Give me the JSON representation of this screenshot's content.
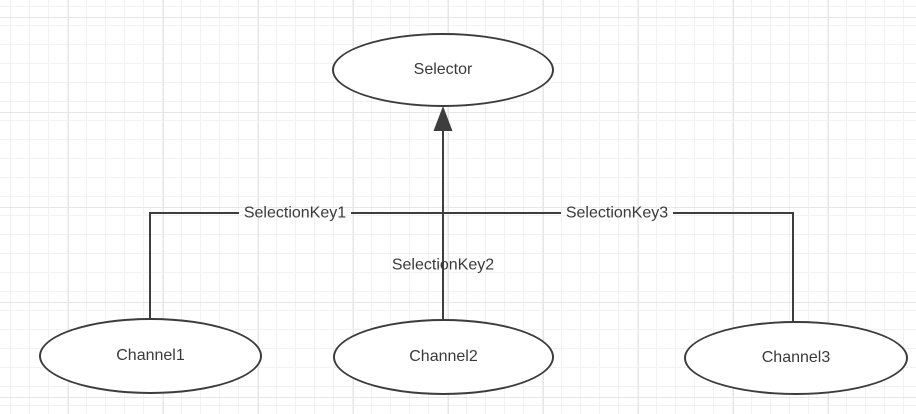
{
  "diagram": {
    "type": "flow-diagram",
    "nodes": {
      "selector": {
        "label": "Selector"
      },
      "channel1": {
        "label": "Channel1"
      },
      "channel2": {
        "label": "Channel2"
      },
      "channel3": {
        "label": "Channel3"
      }
    },
    "edge_labels": {
      "key1": {
        "label": "SelectionKey1"
      },
      "key2": {
        "label": "SelectionKey2"
      },
      "key3": {
        "label": "SelectionKey3"
      }
    },
    "edges": [
      {
        "from": "channel1",
        "to": "selector",
        "label": "SelectionKey1",
        "arrow": false
      },
      {
        "from": "channel2",
        "to": "selector",
        "label": "SelectionKey2",
        "arrow": true
      },
      {
        "from": "channel3",
        "to": "selector",
        "label": "SelectionKey3",
        "arrow": false
      }
    ],
    "colors": {
      "line": "#3e3e3e",
      "text": "#3a3a3a",
      "node_fill": "#ffffff",
      "node_border": "#3c3c3c",
      "grid_minor": "#f4f1f1",
      "grid_major": "#e8e5e5",
      "background": "#ffffff"
    }
  }
}
